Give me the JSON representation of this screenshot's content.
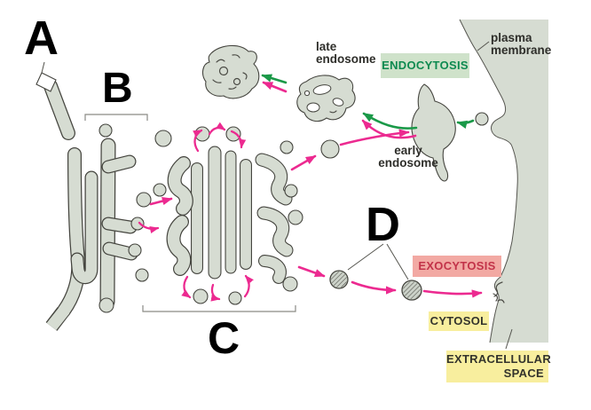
{
  "diagram": {
    "section_labels": {
      "a": "A",
      "b": "B",
      "c": "C",
      "d": "D"
    },
    "annotations": {
      "late_endosome": "late\nendosome",
      "early_endosome": "early\nendosome",
      "plasma_membrane": "plasma\nmembrane"
    },
    "highlights": {
      "endocytosis": "ENDOCYTOSIS",
      "exocytosis": "EXOCYTOSIS",
      "cytosol": "CYTOSOL",
      "extracellular_space": "EXTRACELLULAR\nSPACE"
    },
    "colors": {
      "organelle_fill": "#d6dcd2",
      "organelle_outline": "#45453f",
      "exocytosis_arrow_pink": "#ec2a90",
      "endocytosis_arrow_green": "#1a9948",
      "endocytosis_bg": "#cfe2ca",
      "endocytosis_text": "#0d8a50",
      "exocytosis_bg": "#f2a9a3",
      "exocytosis_text": "#c23349",
      "cytosol_bg": "#f8ee9e",
      "annotation_text": "#2e2e2a",
      "background": "#ffffff"
    }
  }
}
